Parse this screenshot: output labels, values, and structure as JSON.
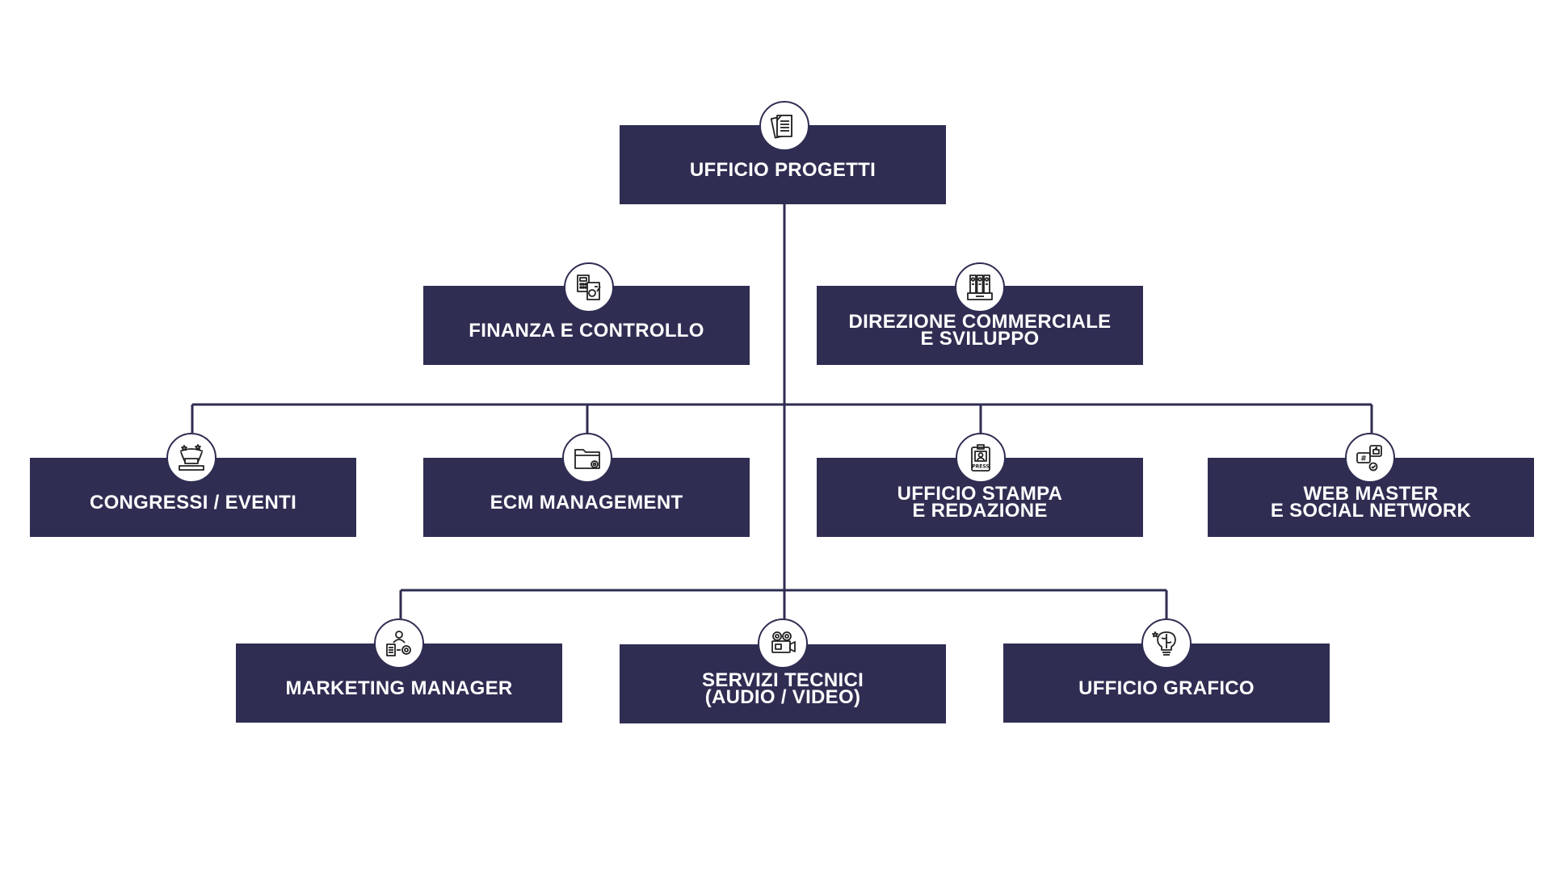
{
  "colors": {
    "box": "#2f2d52",
    "line": "#2f2d52",
    "text": "#ffffff",
    "background": "#ffffff"
  },
  "nodes": {
    "ufficio_progetti": {
      "label": "UFFICIO PROGETTI",
      "icon": "documents-icon"
    },
    "finanza": {
      "label": "FINANZA E CONTROLLO",
      "icon": "calculator-invoice-icon"
    },
    "direzione": {
      "label": "DIREZIONE COMMERCIALE\nE SVILUPPO",
      "icon": "binders-icon"
    },
    "congressi": {
      "label": "CONGRESSI / EVENTI",
      "icon": "stage-curtain-icon"
    },
    "ecm": {
      "label": "ECM MANAGEMENT",
      "icon": "folder-settings-icon"
    },
    "stampa": {
      "label": "UFFICIO STAMPA\nE REDAZIONE",
      "icon": "press-badge-icon"
    },
    "web": {
      "label": "WEB MASTER\nE SOCIAL NETWORK",
      "icon": "social-media-icon"
    },
    "marketing": {
      "label": "MARKETING MANAGER",
      "icon": "manager-gear-icon"
    },
    "servizi": {
      "label": "SERVIZI TECNICI\n(AUDIO / VIDEO)",
      "icon": "video-camera-icon"
    },
    "grafico": {
      "label": "UFFICIO GRAFICO",
      "icon": "creative-brain-icon"
    }
  }
}
